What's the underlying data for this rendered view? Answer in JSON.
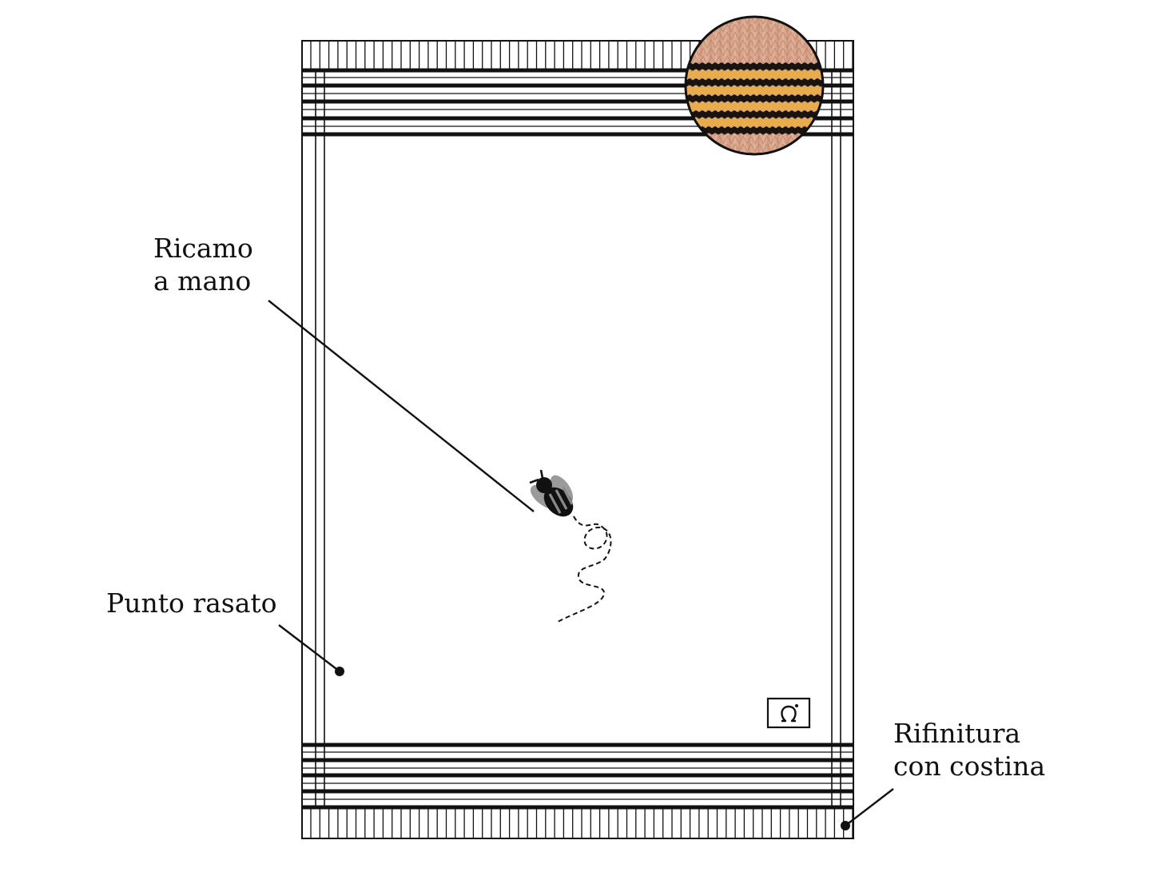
{
  "labels": {
    "ricamo": [
      "Ricamo",
      "a mano"
    ],
    "punto": "Punto rasato",
    "rifinitura": [
      "Rifinitura",
      "con costina"
    ]
  },
  "colors": {
    "line": "#111111",
    "knit_base": "#d9a88e",
    "knit_stripe_yellow": "#e8ac4a",
    "knit_stripe_black": "#1a1410",
    "bee_wing": "#9a9a9a"
  },
  "icons": {
    "bee": "bee-icon",
    "logo": "omega-logo-icon",
    "knit_detail": "knit-texture-detail"
  }
}
